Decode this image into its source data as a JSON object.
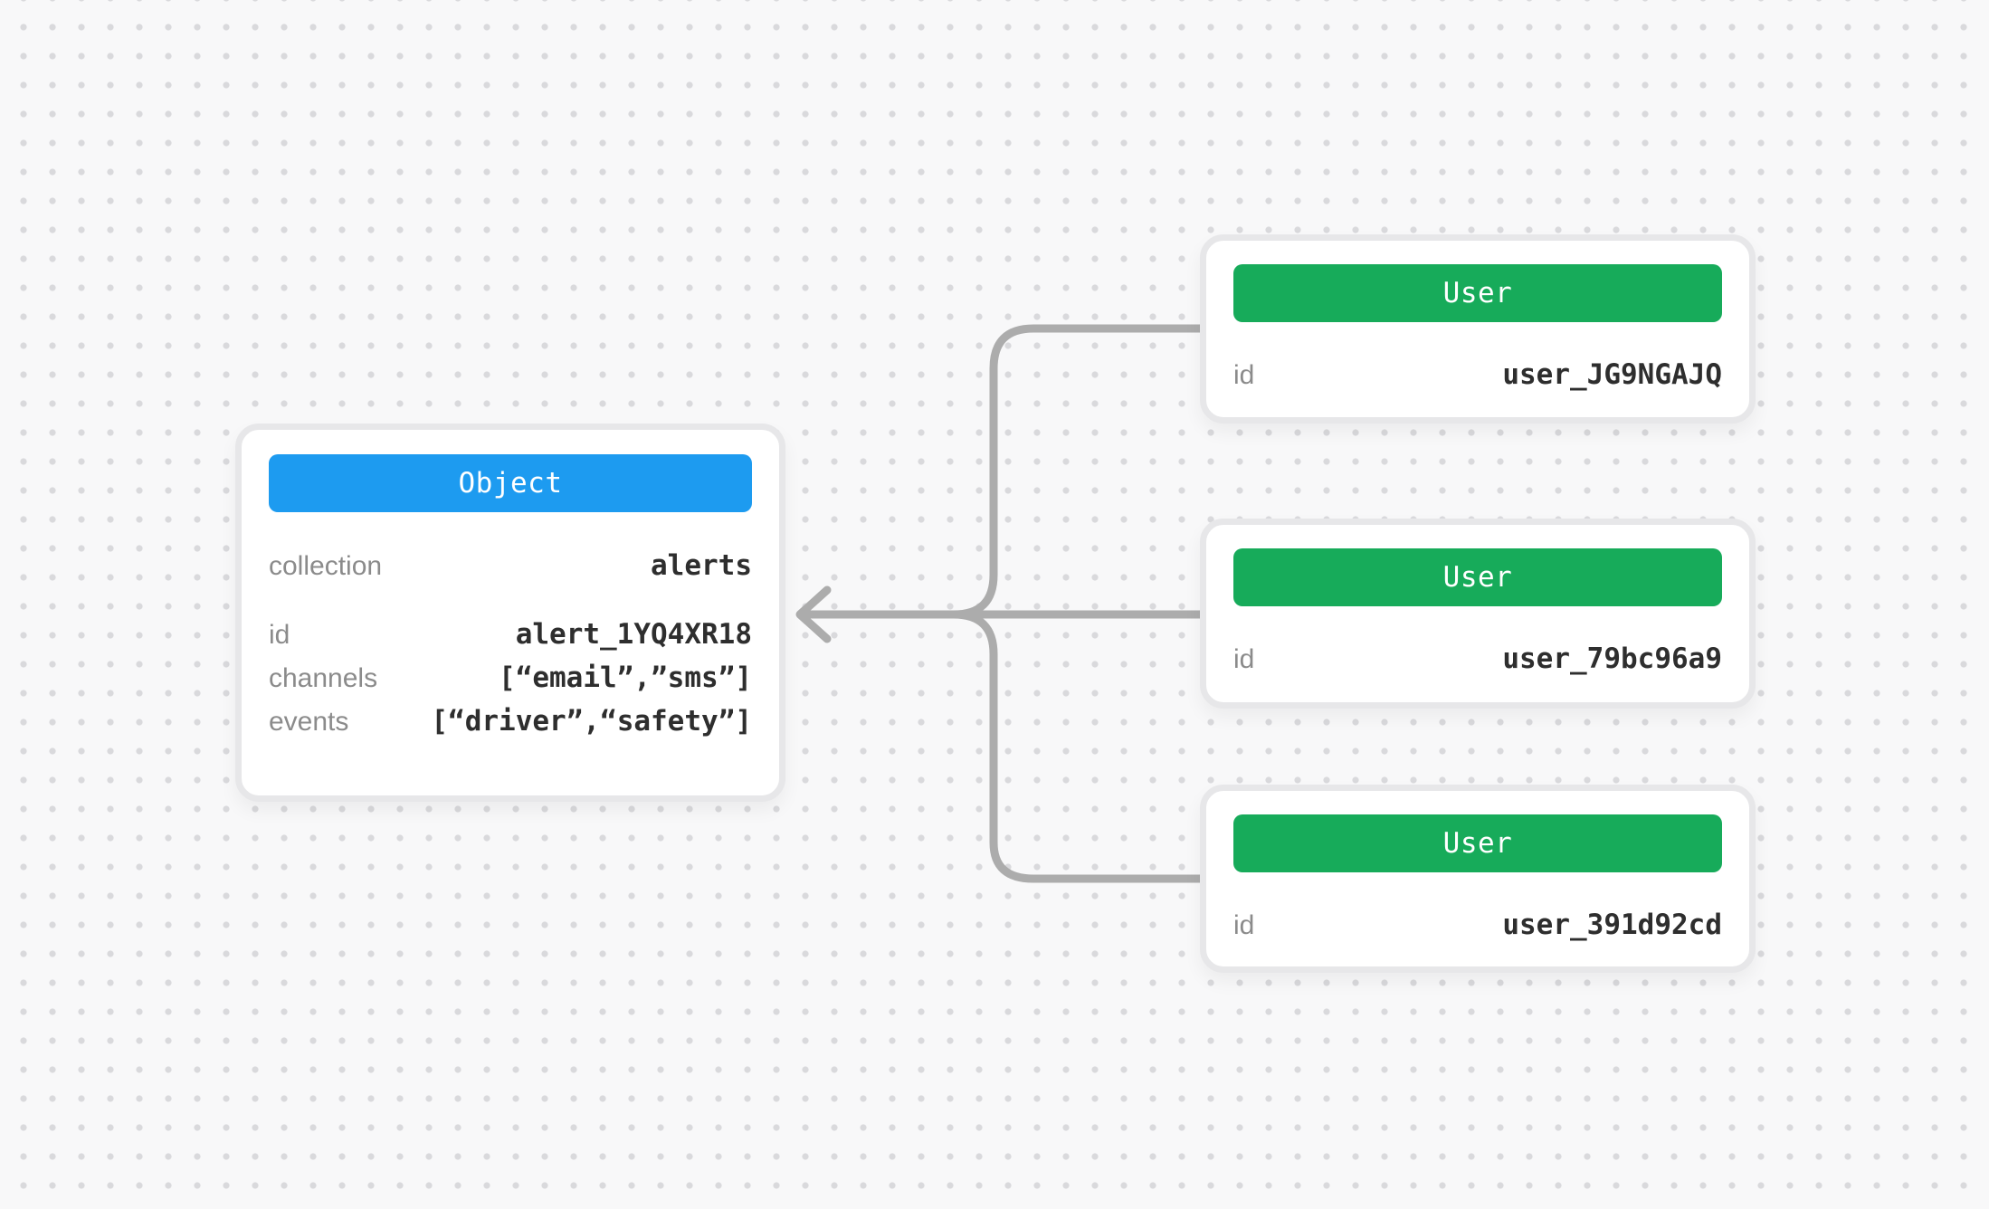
{
  "background": {
    "color": "#f8f8f9",
    "dot_color": "#d9d9dc"
  },
  "connector": {
    "color": "#acacac"
  },
  "object_card": {
    "header": {
      "label": "Object",
      "color": "#1d9bf0"
    },
    "rows": {
      "collection": {
        "label": "collection",
        "value": "alerts"
      },
      "id": {
        "label": "id",
        "value": "alert_1YQ4XR18"
      },
      "channels": {
        "label": "channels",
        "value": "[“email”,”sms”]"
      },
      "events": {
        "label": "events",
        "value": "[“driver”,“safety”]"
      }
    }
  },
  "user_cards": [
    {
      "header": {
        "label": "User",
        "color": "#17ab5a"
      },
      "rows": {
        "id": {
          "label": "id",
          "value": "user_JG9NGAJQ"
        }
      }
    },
    {
      "header": {
        "label": "User",
        "color": "#17ab5a"
      },
      "rows": {
        "id": {
          "label": "id",
          "value": "user_79bc96a9"
        }
      }
    },
    {
      "header": {
        "label": "User",
        "color": "#17ab5a"
      },
      "rows": {
        "id": {
          "label": "id",
          "value": "user_391d92cd"
        }
      }
    }
  ]
}
